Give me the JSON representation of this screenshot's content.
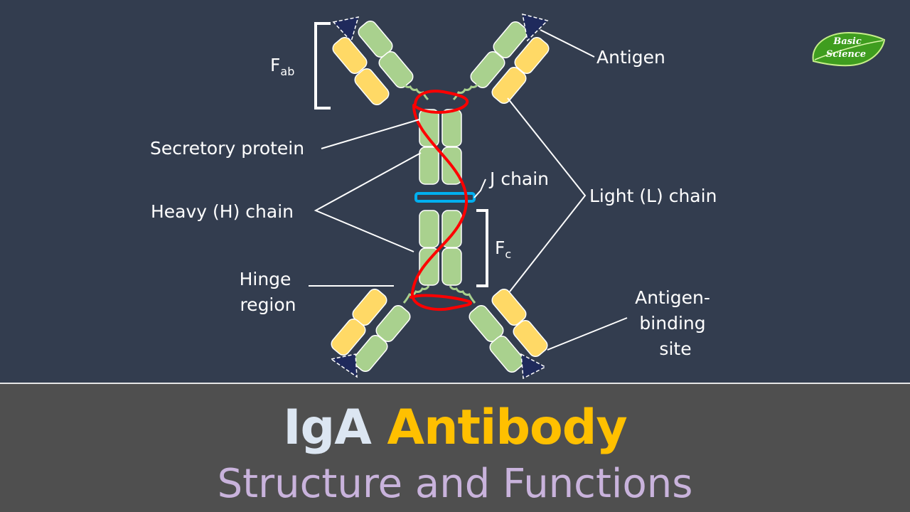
{
  "labels": {
    "fab_main": "F",
    "fab_sub": "ab",
    "antigen": "Antigen",
    "secretory_protein": "Secretory protein",
    "j_chain": "J chain",
    "heavy_chain": "Heavy (H) chain",
    "light_chain": "Light (L) chain",
    "fc_main": "F",
    "fc_sub": "c",
    "hinge_line1": "Hinge",
    "hinge_line2": "region",
    "binding_line1": "Antigen-",
    "binding_line2": "binding",
    "binding_line3": "site"
  },
  "logo": {
    "line1": "Basic",
    "line2": "Science"
  },
  "banner": {
    "title_part1": "IgA",
    "title_part2": "Antibody",
    "subtitle": "Structure and Functions"
  },
  "colors": {
    "background": "#333d4f",
    "heavy_chain": "#a9d18e",
    "light_chain": "#ffd966",
    "secretory_protein": "#ff0000",
    "j_chain": "#00b0f0",
    "antigen": "#1f2a5c",
    "title_igA": "#dce6f2",
    "title_antibody": "#ffc000",
    "subtitle": "#c9b3dc"
  }
}
